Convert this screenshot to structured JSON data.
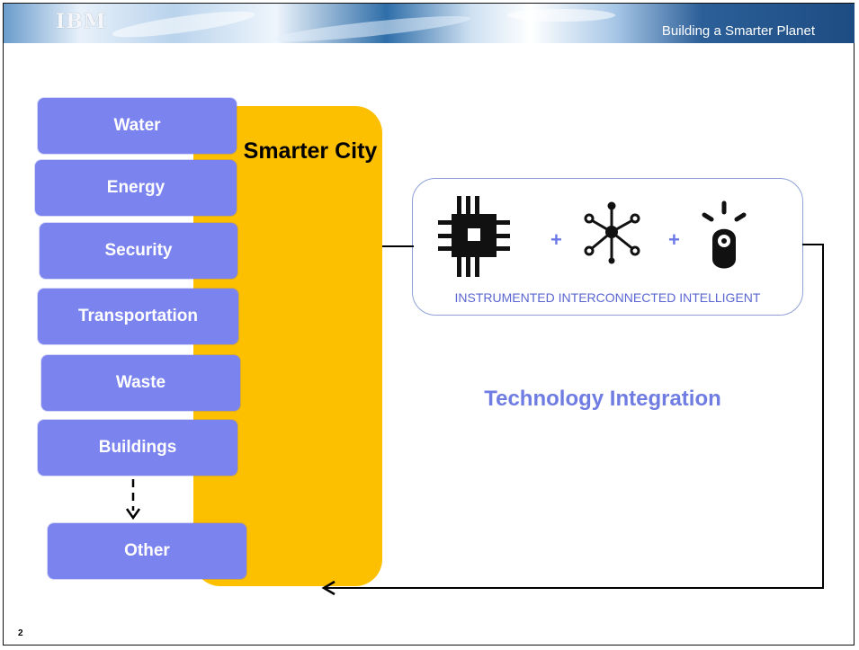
{
  "header": {
    "logo": "IBM",
    "tagline": "Building a Smarter Planet"
  },
  "categories": [
    "Water",
    "Energy",
    "Security",
    "Transportation",
    "Waste",
    "Buildings"
  ],
  "other_label": "Other",
  "center_label": "Smarter City",
  "tech": {
    "caption": "INSTRUMENTED INTERCONNECTED INTELLIGENT",
    "plus": "+",
    "icons": [
      "chip-icon",
      "network-node-icon",
      "lightbulb-icon"
    ],
    "title": "Technology Integration"
  },
  "page_number": "2",
  "colors": {
    "category_fill": "#7b83ef",
    "city_fill": "#fdc000",
    "tech_title": "#6f7ce2",
    "tech_border": "#8ea2d8"
  }
}
